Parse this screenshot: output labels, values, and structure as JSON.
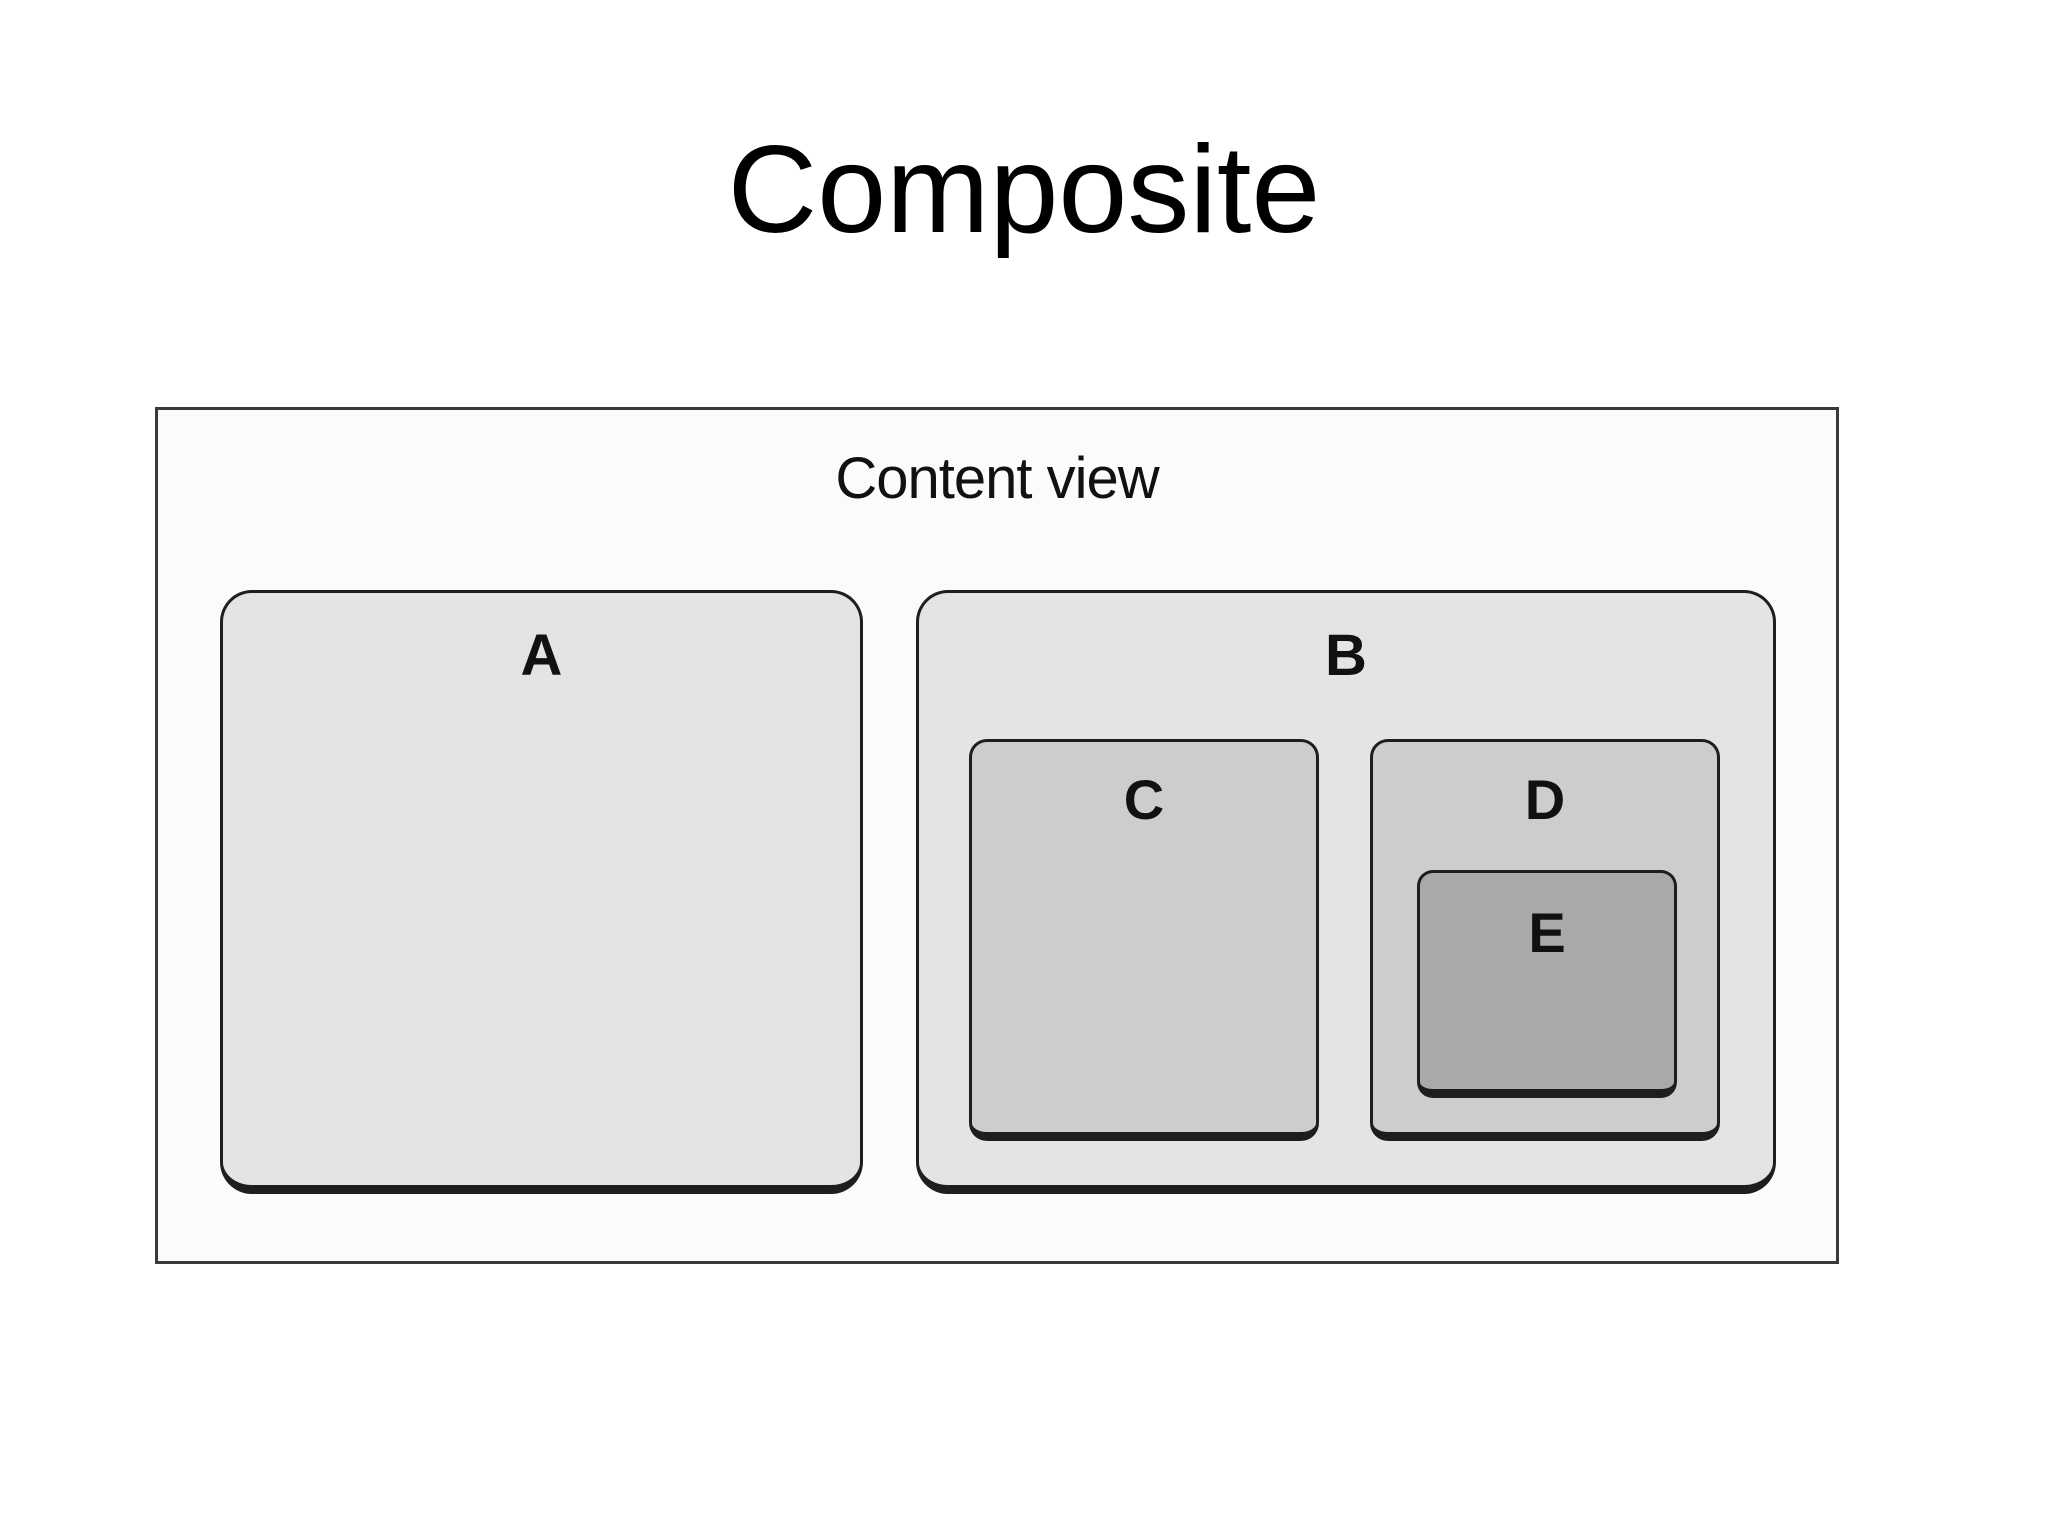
{
  "title": "Composite",
  "diagram": {
    "root": {
      "label": "Content view",
      "colors": {
        "background": "#fcfbfc",
        "border": "#3a3a3a"
      }
    },
    "views": [
      {
        "id": "A",
        "label": "A",
        "parent": "Content view",
        "color": "#e4e4e5"
      },
      {
        "id": "B",
        "label": "B",
        "parent": "Content view",
        "color": "#e4e4e5"
      },
      {
        "id": "C",
        "label": "C",
        "parent": "B",
        "color": "#cdccce"
      },
      {
        "id": "D",
        "label": "D",
        "parent": "B",
        "color": "#cdccce"
      },
      {
        "id": "E",
        "label": "E",
        "parent": "D",
        "color": "#a9a8aa"
      }
    ]
  }
}
